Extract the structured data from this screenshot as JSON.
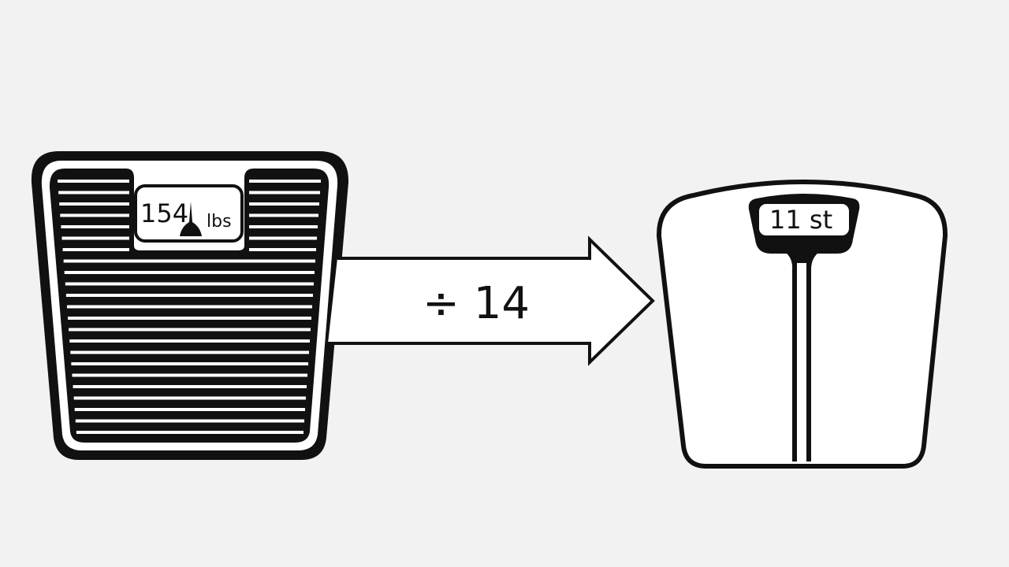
{
  "colors": {
    "background": "#f2f2f2",
    "ink": "#111111",
    "paper": "#ffffff"
  },
  "left_scale": {
    "reading_value": "154",
    "reading_unit": "lbs"
  },
  "arrow": {
    "operation": "÷ 14"
  },
  "right_scale": {
    "reading": "11 st"
  }
}
